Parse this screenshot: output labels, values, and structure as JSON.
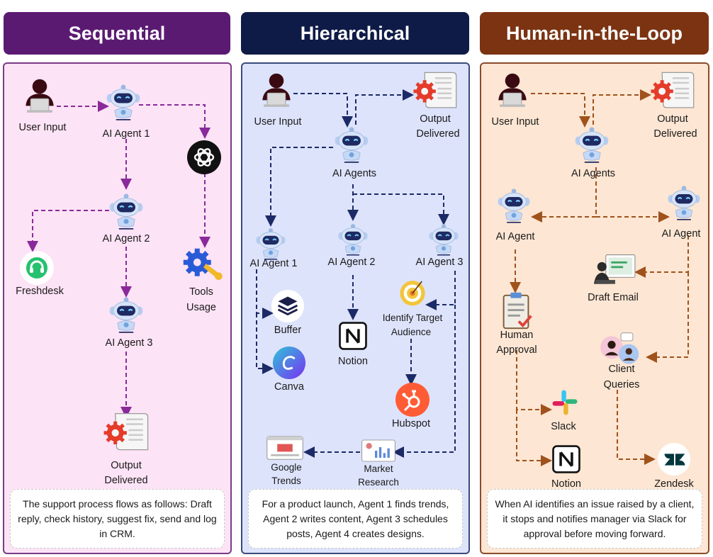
{
  "columns": [
    {
      "title": "Sequential",
      "summary": "The support process flows as follows: Draft reply, check history, suggest fix, send and log in CRM.",
      "nodes": {
        "user_input": "User Input",
        "agent1": "AI Agent 1",
        "agent2": "AI Agent 2",
        "agent3": "AI Agent 3",
        "freshdesk": "Freshdesk",
        "tools_line1": "Tools",
        "tools_line2": "Usage",
        "output_line1": "Output",
        "output_line2": "Delivered"
      }
    },
    {
      "title": "Hierarchical",
      "summary": "For a product launch, Agent 1 finds trends, Agent 2 writes content, Agent 3 schedules posts, Agent 4 creates designs.",
      "nodes": {
        "user_input": "User Input",
        "output_line1": "Output",
        "output_line2": "Delivered",
        "agents": "AI Agents",
        "agent1": "AI Agent 1",
        "agent2": "AI Agent 2",
        "agent3": "AI Agent 3",
        "buffer": "Buffer",
        "canva": "Canva",
        "notion": "Notion",
        "identify_line1": "Identify Target",
        "identify_line2": "Audience",
        "hubspot": "Hubspot",
        "google_line1": "Google",
        "google_line2": "Trends",
        "market_line1": "Market",
        "market_line2": "Research"
      }
    },
    {
      "title": "Human-in-the-Loop",
      "summary": "When AI identifies an issue raised by a client, it stops and notifies manager via Slack for approval before moving forward.",
      "nodes": {
        "user_input": "User Input",
        "output_line1": "Output",
        "output_line2": "Delivered",
        "agents": "AI Agents",
        "agent_left": "AI Agent",
        "agent_right": "AI Agent",
        "draft_email": "Draft Email",
        "human_line1": "Human",
        "human_line2": "Approval",
        "client_line1": "Client",
        "client_line2": "Queries",
        "slack": "Slack",
        "notion": "Notion",
        "zendesk": "Zendesk"
      }
    }
  ],
  "theme": {
    "col1": {
      "header": "#5b1a72",
      "bg": "#fde3f6",
      "border": "#7a3b86",
      "arrow": "#8a2a9a"
    },
    "col2": {
      "header": "#0f1b47",
      "bg": "#dde3fb",
      "border": "#3b4a7a",
      "arrow": "#1c2a66"
    },
    "col3": {
      "header": "#7b3312",
      "bg": "#fde6d3",
      "border": "#8a4d2c",
      "arrow": "#a0521c"
    }
  },
  "icons": {
    "user": "user-at-laptop-icon",
    "robot": "robot-agent-icon",
    "output": "scroll-gear-icon",
    "openai": "openai-logo-icon",
    "tools": "gears-tools-icon",
    "freshdesk": "freshdesk-logo-icon",
    "buffer": "buffer-logo-icon",
    "canva": "canva-logo-icon",
    "notion": "notion-logo-icon",
    "target": "target-audience-icon",
    "hubspot": "hubspot-logo-icon",
    "google_trends": "google-trends-icon",
    "market": "market-research-icon",
    "approval": "checklist-approval-icon",
    "email": "draft-email-icon",
    "clients": "client-queries-icon",
    "slack": "slack-logo-icon",
    "zendesk": "zendesk-logo-icon"
  }
}
